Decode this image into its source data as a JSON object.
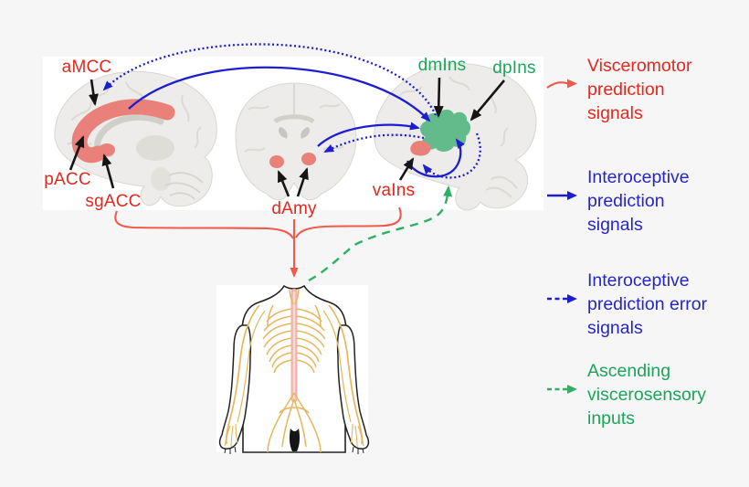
{
  "figure": {
    "type": "brain-interoception-circuit-diagram",
    "background": "#f6f6f7"
  },
  "colors": {
    "visceromotor_red_text": "#e3281e",
    "red_arrow": "#f05a4c",
    "interoceptive_blue": "#1d1dd2",
    "blue_text": "#2626c4",
    "viscerosensory_green_text": "#1ca45a",
    "green_arrow": "#2eb062",
    "region_red_fill": "#e98079",
    "region_green_fill": "#63bb8b",
    "nerve_yellow": "#e5b75c",
    "spine_pink": "#f2b3ac"
  },
  "regions": {
    "amcc": "aMCC",
    "pacc": "pACC",
    "sgacc": "sgACC",
    "damy": "dAmy",
    "vains": "vaIns",
    "dmins": "dmIns",
    "dpins": "dpIns"
  },
  "legend": {
    "items": [
      {
        "label": "Visceromotor prediction signals",
        "color": "#e3281e",
        "arrow": "solid-red"
      },
      {
        "label": "Interoceptive prediction signals",
        "color": "#2626c4",
        "arrow": "solid-blue"
      },
      {
        "label": "Interoceptive prediction error signals",
        "color": "#2626c4",
        "arrow": "dashed-blue"
      },
      {
        "label": "Ascending viscerosensory inputs",
        "color": "#1ca45a",
        "arrow": "dashed-green"
      }
    ]
  },
  "connections": [
    {
      "type": "interoceptive-prediction-error",
      "style": "dotted-blue",
      "from": "insula",
      "to": "aMCC"
    },
    {
      "type": "interoceptive-prediction",
      "style": "solid-blue",
      "from": "aMCC",
      "to": "dmIns"
    },
    {
      "type": "interoceptive-prediction",
      "style": "solid-blue",
      "from": "dAmy",
      "to": "dmIns"
    },
    {
      "type": "interoceptive-prediction-error",
      "style": "dotted-blue",
      "from": "insula",
      "to": "dAmy"
    },
    {
      "type": "interoceptive-prediction",
      "style": "solid-blue",
      "from": "vaIns",
      "to": "dpIns"
    },
    {
      "type": "interoceptive-prediction-error",
      "style": "dotted-blue",
      "from": "dpIns",
      "to": "vaIns"
    },
    {
      "type": "visceromotor-prediction",
      "style": "solid-red",
      "from": "ACC + dAmy + vaIns",
      "to": "body"
    },
    {
      "type": "ascending-viscerosensory",
      "style": "dashed-green",
      "from": "body",
      "to": "insula"
    }
  ]
}
